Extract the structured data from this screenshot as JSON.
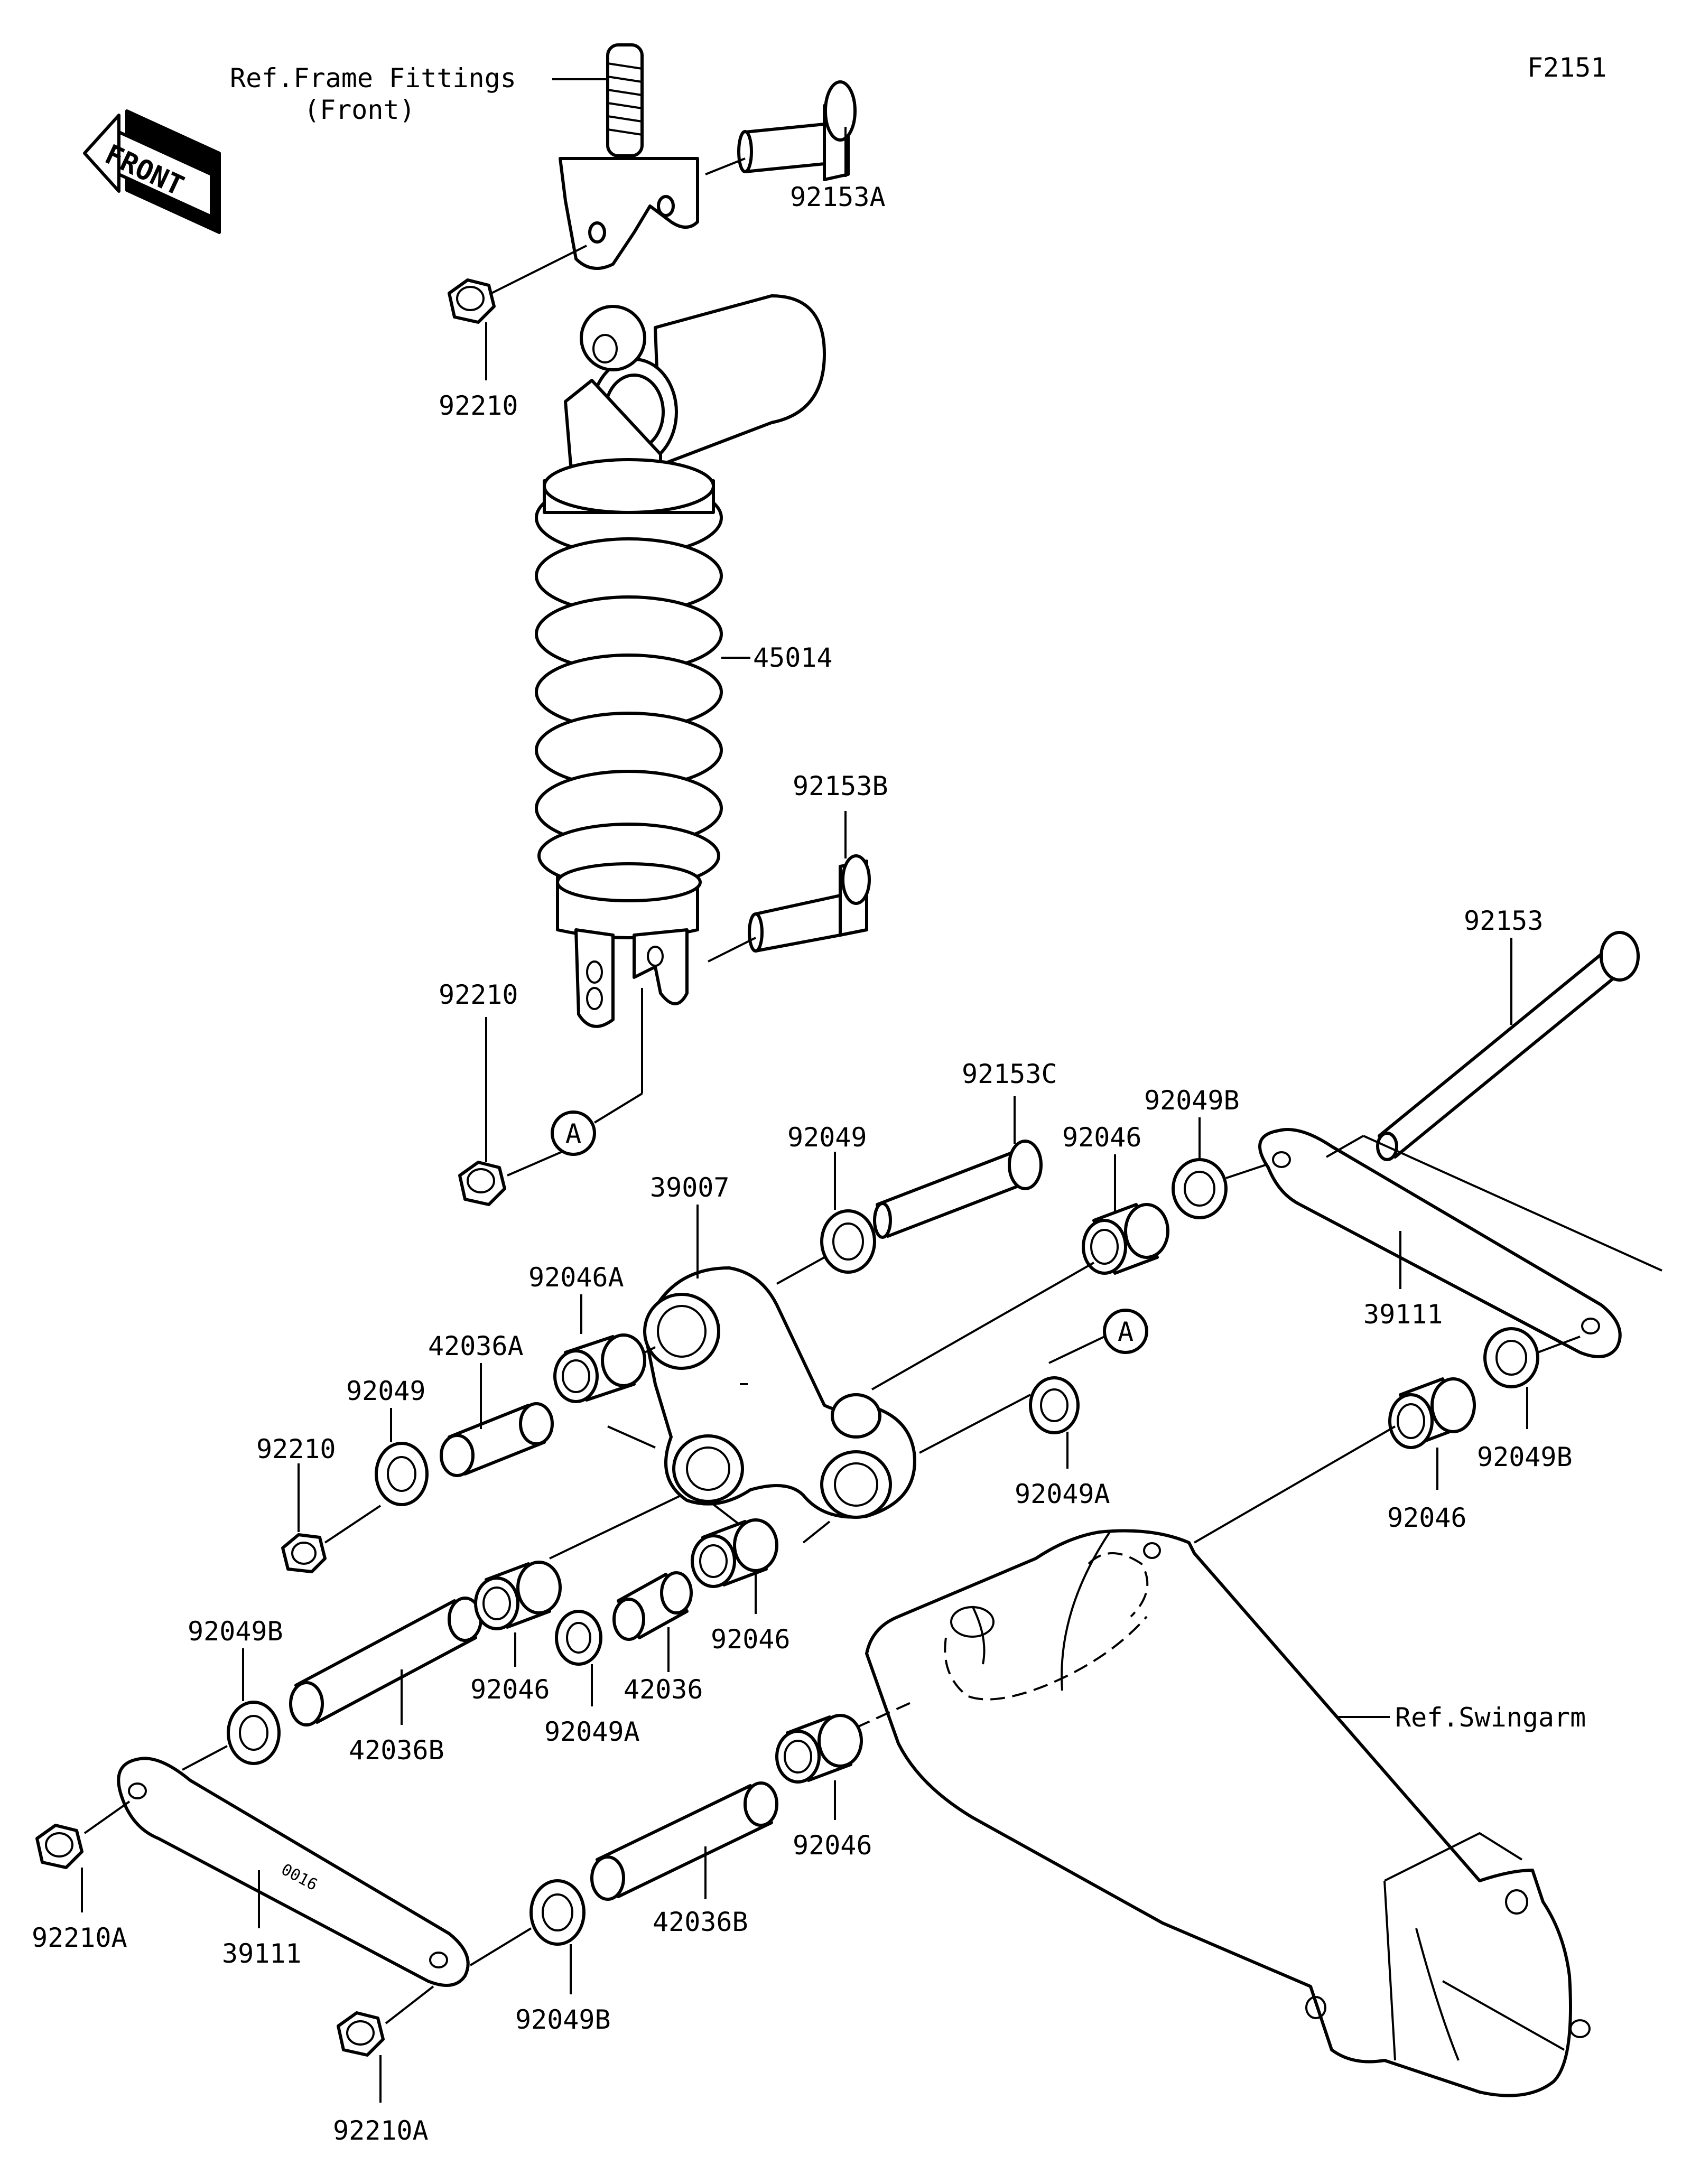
{
  "diagram_id": "F2151",
  "direction_marker": "FRONT",
  "references": {
    "frame_fittings_line1": "Ref.Frame Fittings",
    "frame_fittings_line2": "(Front)",
    "swingarm": "Ref.Swingarm"
  },
  "callout": "A",
  "parts": {
    "p92153A": "92153A",
    "p92210_top": "92210",
    "p45014": "45014",
    "p92153B": "92153B",
    "p92210_mid": "92210",
    "p92153": "92153",
    "p92153C": "92153C",
    "p92049B_right_top": "92049B",
    "p92046_top": "92046",
    "p92049_center": "92049",
    "p39007": "39007",
    "p39111_right": "39111",
    "p92046A": "92046A",
    "p42036A": "42036A",
    "p92049_left": "92049",
    "p92210_left": "92210",
    "p92049A_right": "92049A",
    "p92049B_right_low": "92049B",
    "p92046_right": "92046",
    "p92049B_left": "92049B",
    "p42036B_left": "42036B",
    "p92046_a": "92046",
    "p92049A_center": "92049A",
    "p42036": "42036",
    "p92046_b": "92046",
    "p92046_c": "92046",
    "p42036B_bottom": "42036B",
    "p92210A_left": "92210A",
    "p39111_left": "39111",
    "p92049B_bottom": "92049B",
    "p92210A_bottom": "92210A",
    "link_stamp": "0016"
  }
}
